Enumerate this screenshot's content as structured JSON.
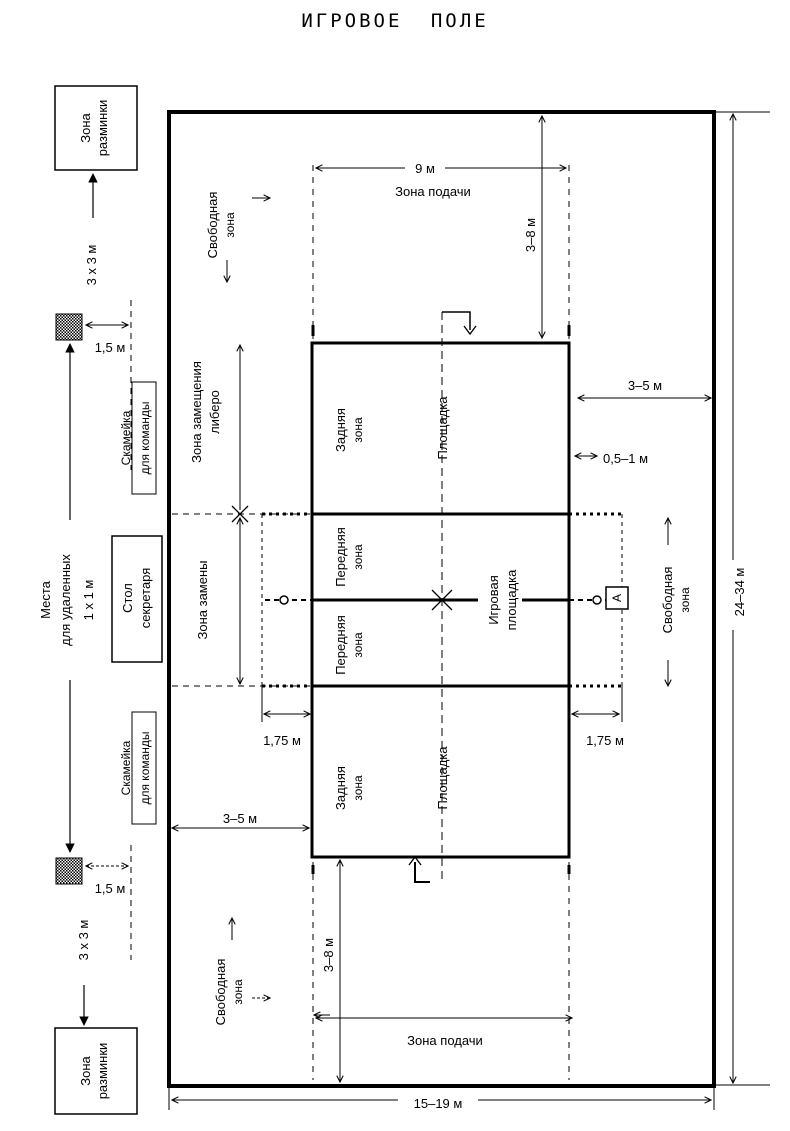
{
  "title": "ИГРОВОЕ ПОЛЕ",
  "labels": {
    "serve_width": "9 м",
    "serve_zone_top": "Зона подачи",
    "serve_zone_bottom": "Зона подачи",
    "serve_depth_top": "3–8 м",
    "serve_depth_bottom": "3–8 м",
    "free_zone_line1": "Свободная",
    "free_zone_line2": "зона",
    "free_side_gap": "3–5 м",
    "free_left_gap": "3–5 м",
    "referee_gap": "0,5–1 м",
    "libero_zone_line1": "Зона замещения",
    "libero_zone_line2": "либеро",
    "sub_zone": "Зона замены",
    "back_zone_line1": "Задняя",
    "back_zone_line2": "зона",
    "front_zone_line1": "Передняя",
    "front_zone_line2": "зона",
    "court": "Площадка",
    "playing_area_line1": "Игровая",
    "playing_area_line2": "площадка",
    "ext_175_left": "1,75 м",
    "ext_175_right": "1,75 м",
    "length_overall": "24–34 м",
    "width_overall": "15–19 м",
    "warmup_line1": "Зона",
    "warmup_line2": "разминки",
    "warmup_size": "3 х 3 м",
    "penalty_gap": "1,5 м",
    "bench_line1": "Скамейка",
    "bench_line2": "для команды",
    "scorer_line1": "Стол",
    "scorer_line2": "секретаря",
    "penalty_line1": "Места",
    "penalty_line2": "для удаленных",
    "penalty_line3": "1 х 1 м",
    "referee": "A"
  }
}
